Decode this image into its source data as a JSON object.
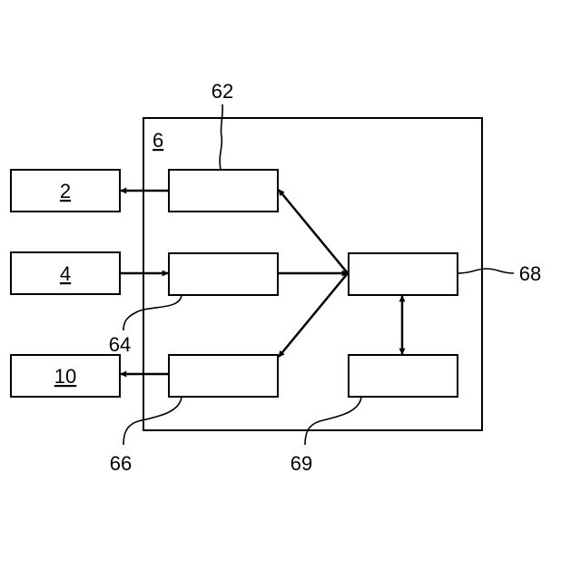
{
  "diagram": {
    "unit_label": "6",
    "external_units": [
      {
        "id": "2",
        "label": "2"
      },
      {
        "id": "4",
        "label": "4"
      },
      {
        "id": "10",
        "label": "10"
      }
    ],
    "reference_labels": {
      "r62": "62",
      "r64": "64",
      "r66": "66",
      "r68": "68",
      "r69": "69"
    },
    "connections": [
      {
        "from": "62",
        "to": "2",
        "direction": "one-way"
      },
      {
        "from": "4",
        "to": "64",
        "direction": "one-way"
      },
      {
        "from": "66",
        "to": "10",
        "direction": "one-way"
      },
      {
        "from": "64",
        "to": "68",
        "direction": "one-way"
      },
      {
        "from": "68",
        "to": "62",
        "direction": "one-way"
      },
      {
        "from": "68",
        "to": "66",
        "direction": "one-way"
      },
      {
        "from": "68",
        "to": "69",
        "direction": "two-way"
      }
    ]
  }
}
